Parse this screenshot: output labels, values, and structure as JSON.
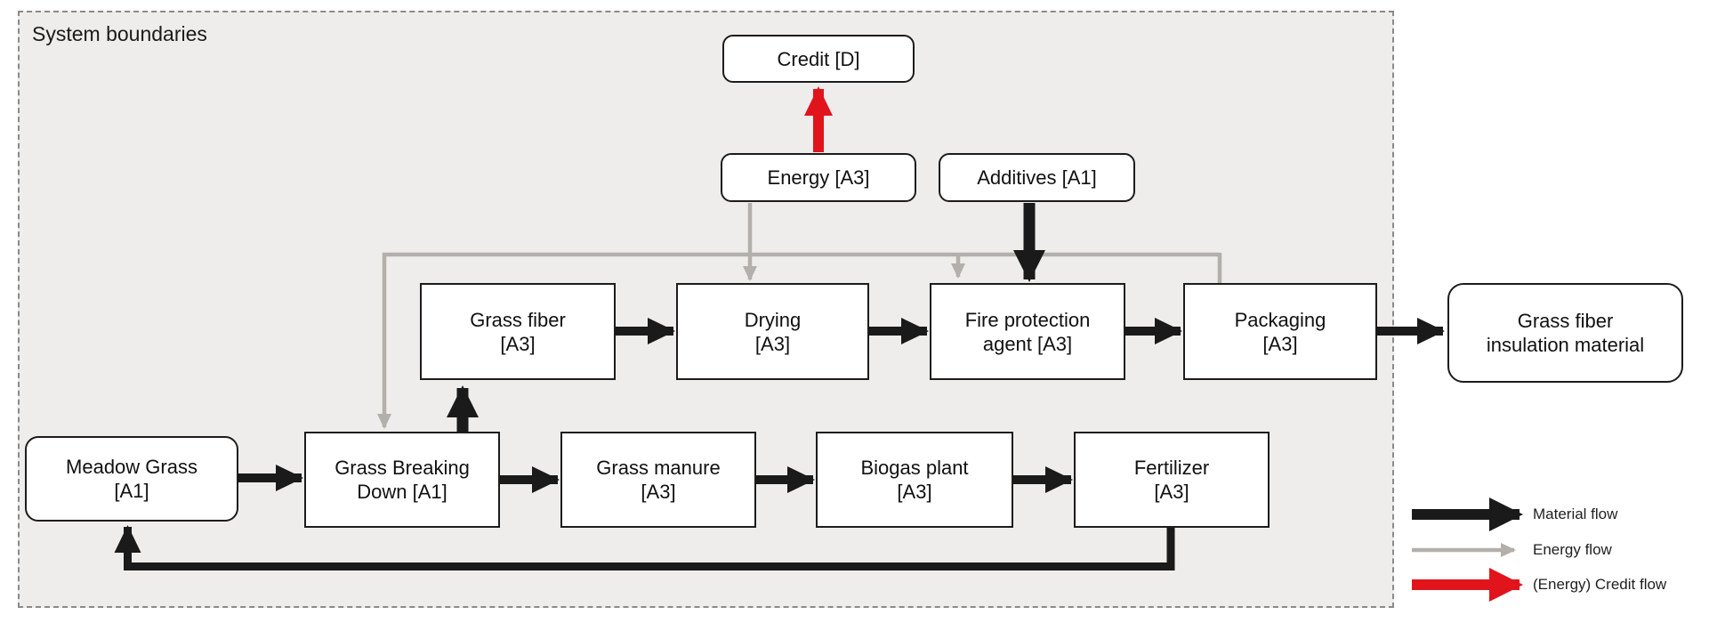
{
  "system_label": "System boundaries",
  "colors": {
    "material_flow": "#1a1a1a",
    "energy_flow": "#b3b0ac",
    "credit_flow": "#e2141b",
    "boundary_background": "#eeedeb",
    "box_background": "#ffffff",
    "box_border": "#1c1c1c"
  },
  "nodes": {
    "credit": {
      "lines": [
        "Credit [D]",
        ""
      ]
    },
    "energy": {
      "lines": [
        "Energy [A3]",
        ""
      ]
    },
    "additives": {
      "lines": [
        "Additives [A1]",
        ""
      ]
    },
    "grass_fiber": {
      "lines": [
        "Grass fiber",
        "[A3]"
      ]
    },
    "drying": {
      "lines": [
        "Drying",
        "[A3]"
      ]
    },
    "fire_protection": {
      "lines": [
        "Fire protection",
        "agent [A3]"
      ]
    },
    "packaging": {
      "lines": [
        "Packaging",
        "[A3]"
      ]
    },
    "insulation": {
      "lines": [
        "Grass fiber",
        "insulation material"
      ]
    },
    "meadow_grass": {
      "lines": [
        "Meadow Grass",
        "[A1]"
      ]
    },
    "grass_breaking": {
      "lines": [
        "Grass Breaking",
        "Down [A1]"
      ]
    },
    "grass_manure": {
      "lines": [
        "Grass manure",
        "[A3]"
      ]
    },
    "biogas_plant": {
      "lines": [
        "Biogas plant",
        "[A3]"
      ]
    },
    "fertilizer": {
      "lines": [
        "Fertilizer",
        "[A3]"
      ]
    }
  },
  "legend": {
    "material": "Material flow",
    "energy": "Energy flow",
    "credit": "(Energy) Credit flow"
  },
  "flows": [
    {
      "from": "Meadow Grass [A1]",
      "to": "Grass Breaking Down [A1]",
      "type": "material"
    },
    {
      "from": "Grass Breaking Down [A1]",
      "to": "Grass fiber [A3]",
      "type": "material"
    },
    {
      "from": "Grass fiber [A3]",
      "to": "Drying [A3]",
      "type": "material"
    },
    {
      "from": "Drying [A3]",
      "to": "Fire protection agent [A3]",
      "type": "material"
    },
    {
      "from": "Fire protection agent [A3]",
      "to": "Packaging [A3]",
      "type": "material"
    },
    {
      "from": "Packaging [A3]",
      "to": "Grass fiber insulation material",
      "type": "material"
    },
    {
      "from": "Grass Breaking Down [A1]",
      "to": "Grass manure [A3]",
      "type": "material"
    },
    {
      "from": "Grass manure [A3]",
      "to": "Biogas plant [A3]",
      "type": "material"
    },
    {
      "from": "Biogas plant [A3]",
      "to": "Fertilizer [A3]",
      "type": "material"
    },
    {
      "from": "Fertilizer [A3]",
      "to": "Meadow Grass [A1]",
      "type": "material"
    },
    {
      "from": "Additives [A1]",
      "to": "Fire protection agent [A3]",
      "type": "material"
    },
    {
      "from": "Energy [A3]",
      "to": "Credit [D]",
      "type": "credit"
    },
    {
      "from": "Energy [A3]",
      "to": "Drying [A3]",
      "type": "energy"
    },
    {
      "from": "Energy [A3]",
      "to": "Fire protection agent [A3]",
      "type": "energy"
    },
    {
      "from": "Energy [A3]",
      "to": "Packaging [A3]",
      "type": "energy"
    },
    {
      "from": "Energy [A3]",
      "to": "Grass Breaking Down [A1]",
      "type": "energy"
    }
  ]
}
